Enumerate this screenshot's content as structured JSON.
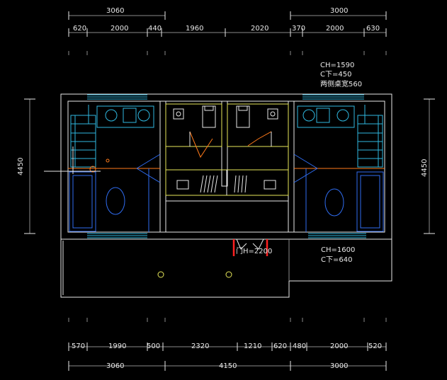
{
  "dimensions": {
    "top_overall": [
      "3060",
      "3000"
    ],
    "top_detail": [
      "620",
      "2000",
      "440",
      "1960",
      "2020",
      "370",
      "2000",
      "630"
    ],
    "bottom_detail": [
      "570",
      "1990",
      "500",
      "2320",
      "1210",
      "620",
      "480",
      "2000",
      "520"
    ],
    "bottom_overall": [
      "3060",
      "4150",
      "3000"
    ],
    "left_height": "4450",
    "right_height": "4450"
  },
  "notes": {
    "top_right": [
      "CH=1590",
      "C下=450",
      "两侧桌宽560"
    ],
    "bottom_right": [
      "CH=1600",
      "C下=640"
    ],
    "door": "门H=2200"
  }
}
